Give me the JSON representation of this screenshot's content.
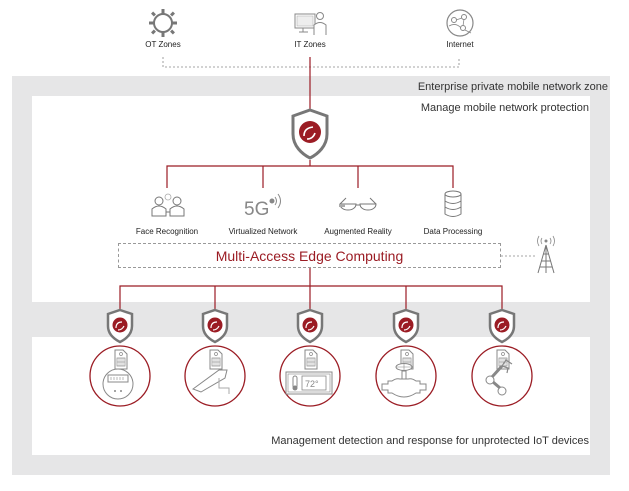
{
  "colors": {
    "accent": "#9b1c24",
    "icon_gray": "#8a8a8a",
    "zone_gray": "#e6e6e7",
    "panel_white": "#ffffff"
  },
  "top_nodes": [
    {
      "label": "OT Zones",
      "icon": "gear-icon"
    },
    {
      "label": "IT Zones",
      "icon": "computer-user-icon"
    },
    {
      "label": "Internet",
      "icon": "globe-network-icon"
    }
  ],
  "zone": {
    "label": "Enterprise private mobile network zone"
  },
  "upper_panel": {
    "label": "Manage mobile network protection",
    "shield_icon": "trend-shield-icon",
    "applications": [
      {
        "label": "Face Recognition",
        "icon": "face-recognition-icon"
      },
      {
        "label": "Virtualized Network",
        "icon": "5g-icon"
      },
      {
        "label": "Augmented Reality",
        "icon": "ar-glasses-icon"
      },
      {
        "label": "Data Processing",
        "icon": "database-icon"
      }
    ],
    "mec_label": "Multi-Access Edge Computing",
    "tower_icon": "cell-tower-icon"
  },
  "lower_panel": {
    "label": "Management detection and response for unprotected IoT devices",
    "devices": [
      {
        "icon": "smart-meter-icon",
        "sim": "sim-card-icon",
        "shield": "trend-shield-icon"
      },
      {
        "icon": "surveillance-camera-icon",
        "sim": "sim-card-icon",
        "shield": "trend-shield-icon"
      },
      {
        "icon": "thermostat-icon",
        "sim": "sim-card-icon",
        "shield": "trend-shield-icon",
        "display_value": "72°"
      },
      {
        "icon": "valve-icon",
        "sim": "sim-card-icon",
        "shield": "trend-shield-icon"
      },
      {
        "icon": "robotic-arm-icon",
        "sim": "sim-card-icon",
        "shield": "trend-shield-icon"
      }
    ]
  }
}
